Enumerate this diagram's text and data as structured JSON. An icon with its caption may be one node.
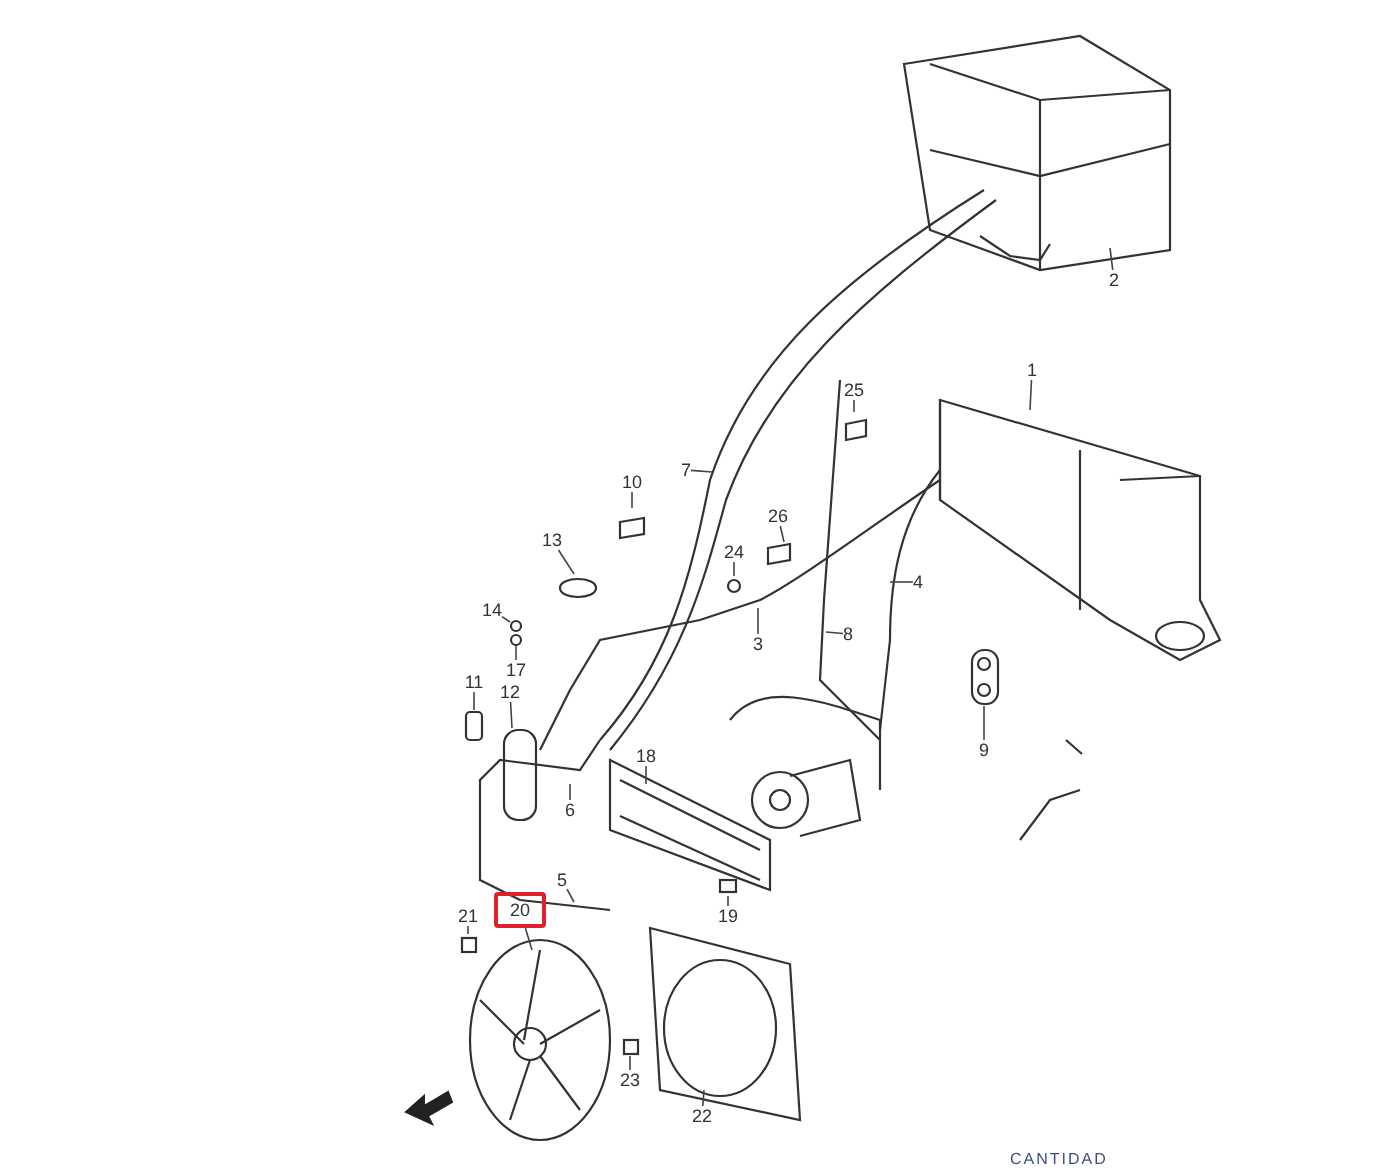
{
  "diagram": {
    "nodes": [
      {
        "text": [
          "2"
        ]
      },
      {
        "text": [
          "1"
        ]
      },
      {
        "text": [
          "25"
        ]
      },
      {
        "text": [
          "7"
        ]
      },
      {
        "text": [
          "10"
        ]
      },
      {
        "text": [
          "26"
        ]
      },
      {
        "text": [
          "24"
        ]
      },
      {
        "text": [
          "13"
        ]
      },
      {
        "text": [
          "4"
        ]
      },
      {
        "text": [
          "14"
        ]
      },
      {
        "text": [
          "3"
        ]
      },
      {
        "text": [
          "8"
        ]
      },
      {
        "text": [
          "17"
        ]
      },
      {
        "text": [
          "11"
        ]
      },
      {
        "text": [
          "12"
        ]
      },
      {
        "text": [
          "9"
        ]
      },
      {
        "text": [
          "18"
        ]
      },
      {
        "text": [
          "6"
        ]
      },
      {
        "text": [
          "5"
        ]
      },
      {
        "text": [
          "19"
        ]
      },
      {
        "text": [
          "20"
        ]
      },
      {
        "text": [
          "21"
        ]
      },
      {
        "text": [
          "23"
        ]
      },
      {
        "text": [
          "22"
        ]
      }
    ],
    "edges": [
      {
        "from": 0,
        "to": null,
        "arrow": "none"
      },
      {
        "from": 1,
        "to": null,
        "arrow": "none"
      },
      {
        "from": 2,
        "to": null,
        "arrow": "none"
      },
      {
        "from": 3,
        "to": null,
        "arrow": "none"
      },
      {
        "from": 4,
        "to": null,
        "arrow": "none"
      },
      {
        "from": 5,
        "to": null,
        "arrow": "none"
      },
      {
        "from": 6,
        "to": null,
        "arrow": "none"
      },
      {
        "from": 7,
        "to": null,
        "arrow": "none"
      },
      {
        "from": 8,
        "to": null,
        "arrow": "none"
      },
      {
        "from": 9,
        "to": null,
        "arrow": "none"
      },
      {
        "from": 10,
        "to": null,
        "arrow": "none"
      },
      {
        "from": 11,
        "to": null,
        "arrow": "none"
      },
      {
        "from": 12,
        "to": null,
        "arrow": "none"
      },
      {
        "from": 13,
        "to": null,
        "arrow": "none"
      },
      {
        "from": 14,
        "to": null,
        "arrow": "none"
      },
      {
        "from": 15,
        "to": null,
        "arrow": "none"
      },
      {
        "from": 16,
        "to": null,
        "arrow": "none"
      },
      {
        "from": 17,
        "to": null,
        "arrow": "none"
      },
      {
        "from": 18,
        "to": null,
        "arrow": "none"
      },
      {
        "from": 19,
        "to": null,
        "arrow": "none"
      },
      {
        "from": 20,
        "to": null,
        "arrow": "none"
      },
      {
        "from": 21,
        "to": null,
        "arrow": "none"
      },
      {
        "from": 22,
        "to": null,
        "arrow": "none"
      },
      {
        "from": 23,
        "to": null,
        "arrow": "none"
      }
    ],
    "labels": [
      "CANTIDAD"
    ]
  }
}
